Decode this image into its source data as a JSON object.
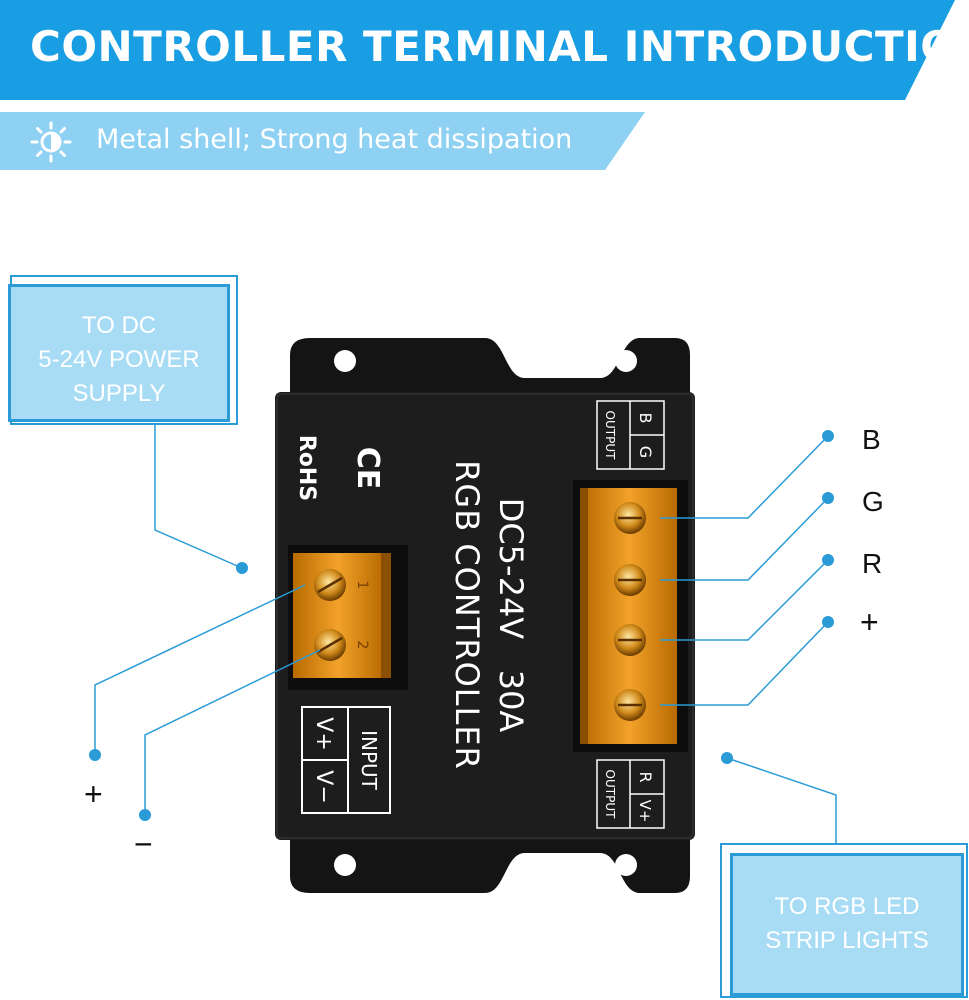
{
  "header": {
    "title": "CONTROLLER TERMINAL INTRODUCTION",
    "subtitle": "Metal shell; Strong heat dissipation",
    "subtitle_icon": "sun-icon",
    "colors": {
      "banner": "#1a9ee3",
      "subbar": "#8fd1f3",
      "line": "#2a9bd6"
    }
  },
  "callouts": {
    "power": {
      "line1": "TO DC",
      "line2": "5-24V POWER",
      "line3": "SUPPLY"
    },
    "output": {
      "line1": "TO RGB LED",
      "line2": "STRIP LIGHTS"
    }
  },
  "device": {
    "marks": {
      "rohs": "RoHS",
      "ce": "CE"
    },
    "label": {
      "line1": "RGB CONTROLLER",
      "line2": "DC5-24V   30A"
    },
    "input_panel": {
      "title": "INPUT",
      "vplus": "V+",
      "vminus": "V−"
    },
    "output_top": {
      "title": "OUTPUT",
      "g": "G",
      "b": "B"
    },
    "output_bottom": {
      "title": "OUTPUT",
      "vplus": "V+",
      "r": "R"
    },
    "input_terminals": [
      "1",
      "2"
    ]
  },
  "terminal_labels": {
    "b": "B",
    "g": "G",
    "r": "R",
    "plus_out": "+",
    "plus_in": "+",
    "minus_in": "−"
  }
}
